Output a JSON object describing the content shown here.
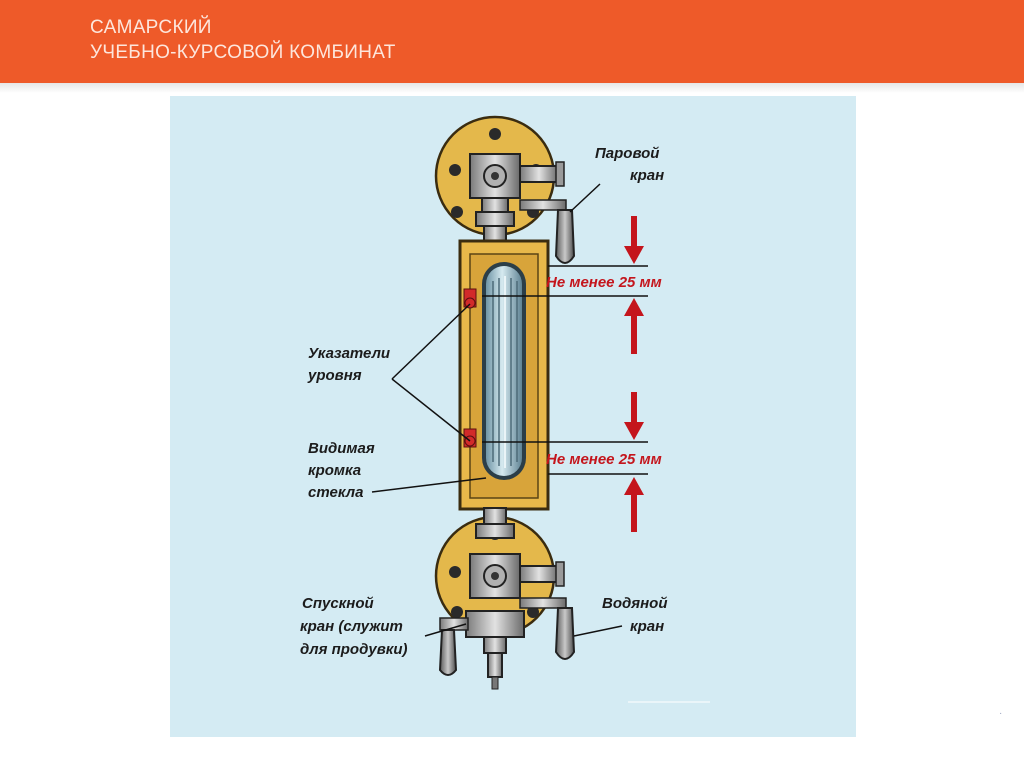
{
  "header": {
    "org_line1": "САМАРСКИЙ",
    "org_line2": "УЧЕБНО-КУРСОВОЙ КОМБИНАТ",
    "accent_color": "#ee5a29"
  },
  "diagram": {
    "labels": {
      "steam_valve": [
        "Паровой",
        "кран"
      ],
      "level_indicators": [
        "Указатели",
        "уровня"
      ],
      "visible_edge": [
        "Видимая",
        "кромка",
        "стекла"
      ],
      "drain_valve": [
        "Спускной",
        "кран (служит",
        "для продувки)"
      ],
      "water_valve": [
        "Водяной",
        "кран"
      ]
    },
    "measurements": {
      "upper": "Не менее 25 мм",
      "lower": "Не менее 25 мм"
    },
    "colors": {
      "background": "#d4ebf3",
      "frame": "#e8b84a",
      "arrows": "#c4151c",
      "glass": "#8fb1bf"
    }
  }
}
